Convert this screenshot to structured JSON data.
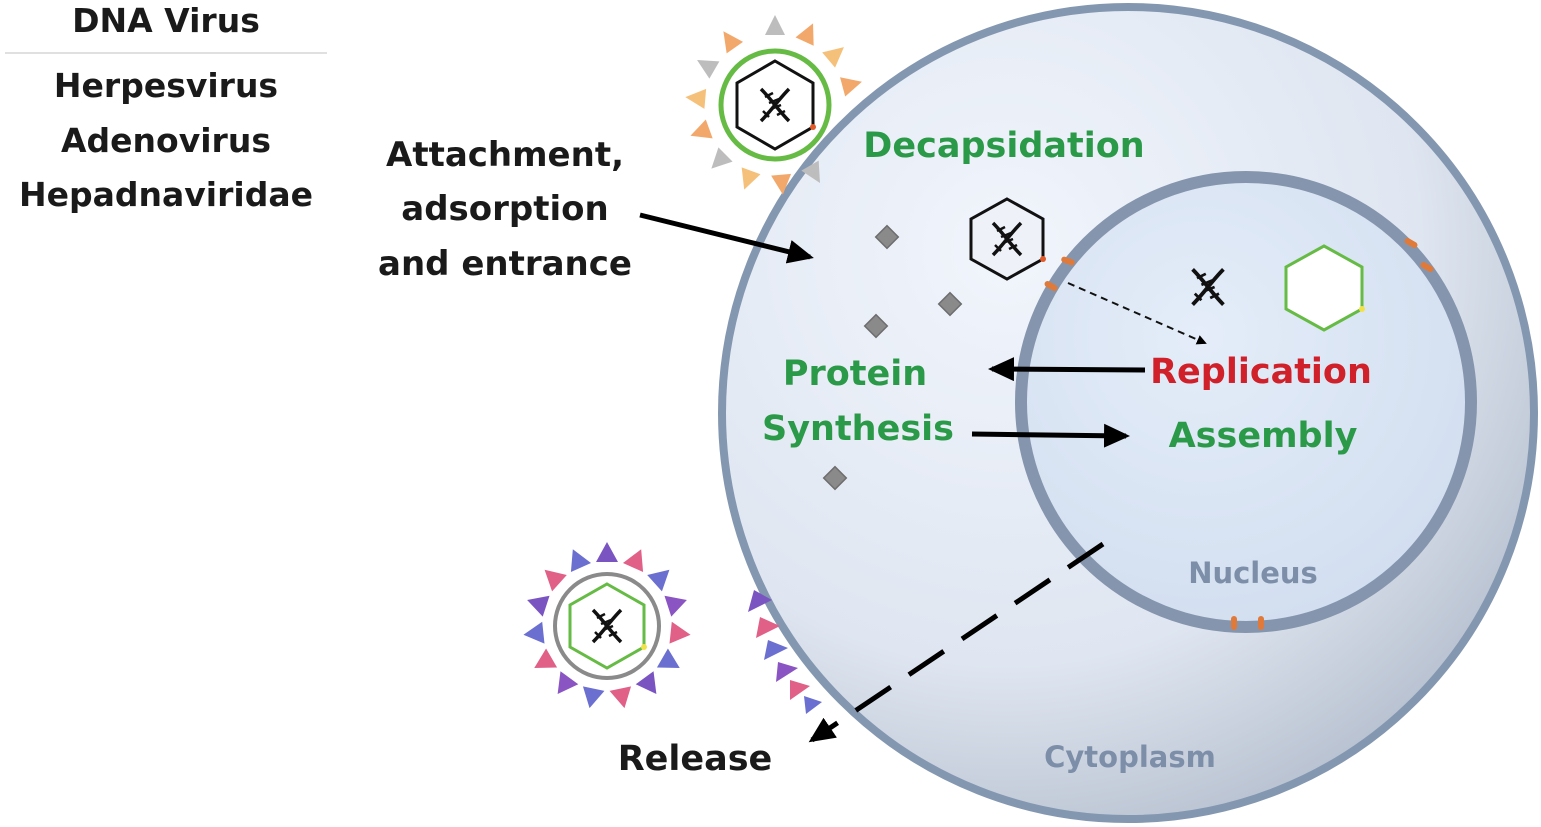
{
  "virus_list": {
    "header": "DNA Virus",
    "items": [
      "Herpesvirus",
      "Adenovirus",
      "Hepadnaviridae"
    ]
  },
  "steps": {
    "attachment": [
      "Attachment,",
      "adsorption",
      "and entrance"
    ],
    "decapsidation": "Decapsidation",
    "protein_synthesis": [
      "Protein",
      "Synthesis"
    ],
    "replication": "Replication",
    "assembly": "Assembly",
    "release": "Release"
  },
  "compartments": {
    "nucleus": "Nucleus",
    "cytoplasm": "Cytoplasm"
  },
  "colors": {
    "step_green": "#2b9a48",
    "replication_red": "#d0202a",
    "compartment_label": "#7d8ea8",
    "cell_border": "#8497b0",
    "capsid_green": "#66bb44"
  }
}
